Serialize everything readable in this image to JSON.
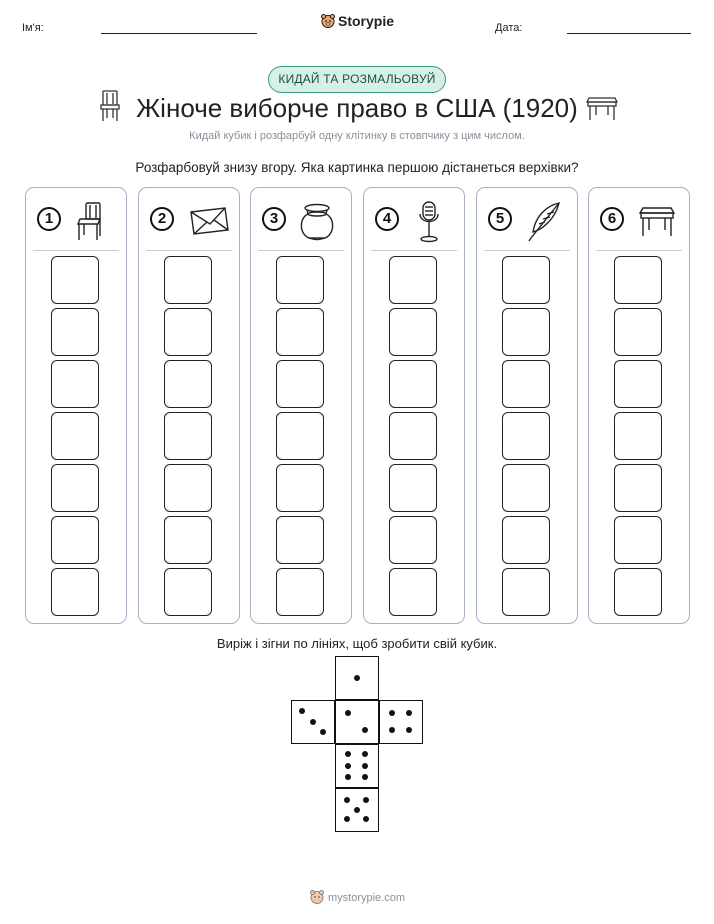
{
  "header": {
    "name_label": "Ім'я:",
    "date_label": "Дата:",
    "brand": "Storypie"
  },
  "badge": "КИДАЙ ТА РОЗМАЛЬОВУЙ",
  "title": "Жіноче виборче право в США (1920)",
  "subtitle": "Кидай кубик і розфарбуй одну клітинку в стовпчику з цим числом.",
  "instruction": "Розфарбовуй знизу вгору. Яка картинка першою дістанеться верхівки?",
  "columns": [
    {
      "number": "1",
      "icon": "chair-icon"
    },
    {
      "number": "2",
      "icon": "envelope-icon"
    },
    {
      "number": "3",
      "icon": "pot-icon"
    },
    {
      "number": "4",
      "icon": "microphone-icon"
    },
    {
      "number": "5",
      "icon": "quill-icon"
    },
    {
      "number": "6",
      "icon": "table-icon"
    }
  ],
  "cells_per_column": 7,
  "cut_instruction": "Виріж і зігни по лініях, щоб зробити свій кубик.",
  "die_faces": [
    1,
    3,
    2,
    4,
    6,
    5
  ],
  "footer": "mystorypie.com",
  "colors": {
    "badge_border": "#3a9b82",
    "badge_fill": "#d6f0e8",
    "column_border": "#aab0c4"
  }
}
